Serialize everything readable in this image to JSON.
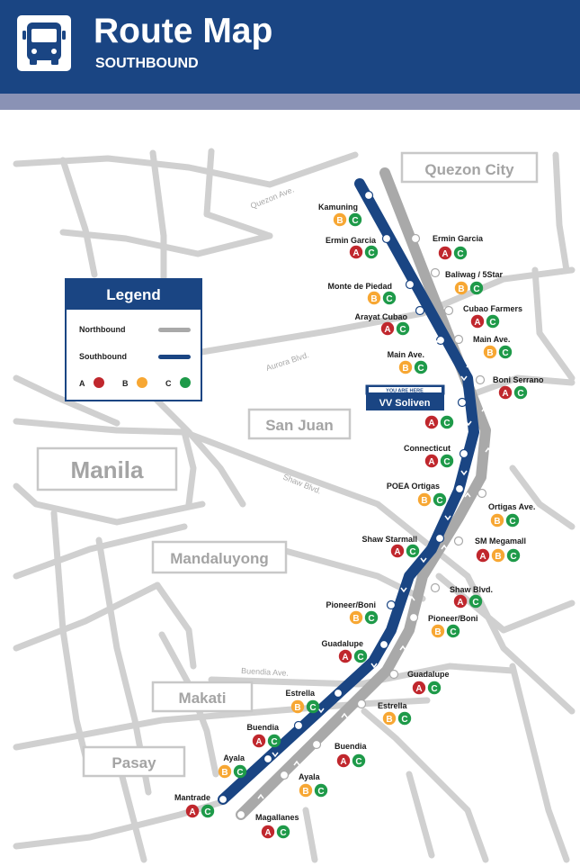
{
  "header": {
    "title": "Route Map",
    "subtitle": "SOUTHBOUND"
  },
  "legend": {
    "title": "Legend",
    "northbound": "Northbound",
    "southbound": "Southbound",
    "route_a": "A",
    "route_b": "B",
    "route_c": "C"
  },
  "colors": {
    "header": "#1a4583",
    "stripe": "#8a92b5",
    "southbound_line": "#1a4583",
    "northbound_line": "#a9a9a9",
    "route_a": "#c0272d",
    "route_b": "#f7a733",
    "route_c": "#1e9a49"
  },
  "areas": {
    "quezon_city": "Quezon City",
    "san_juan": "San Juan",
    "manila": "Manila",
    "mandaluyong": "Mandaluyong",
    "makati": "Makati",
    "pasay": "Pasay"
  },
  "roads": {
    "quezon_ave": "Quezon Ave.",
    "aurora_blvd": "Aurora Blvd.",
    "shaw_blvd": "Shaw Blvd.",
    "buendia_ave": "Buendia Ave."
  },
  "you_are_here": {
    "label": "YOU ARE HERE",
    "stop": "VV Soliven"
  },
  "southbound_stops": [
    {
      "name": "Kamuning",
      "routes": [
        "B",
        "C"
      ]
    },
    {
      "name": "Ermin Garcia",
      "routes": [
        "A",
        "C"
      ]
    },
    {
      "name": "Monte de Piedad",
      "routes": [
        "B",
        "C"
      ]
    },
    {
      "name": "Arayat Cubao",
      "routes": [
        "A",
        "C"
      ]
    },
    {
      "name": "Main Ave.",
      "routes": [
        "B",
        "C"
      ]
    },
    {
      "name": "VV Soliven",
      "routes": [
        "A",
        "C"
      ]
    },
    {
      "name": "Connecticut",
      "routes": [
        "A",
        "C"
      ]
    },
    {
      "name": "POEA Ortigas",
      "routes": [
        "B",
        "C"
      ]
    },
    {
      "name": "Shaw Starmall",
      "routes": [
        "A",
        "C"
      ]
    },
    {
      "name": "Pioneer/Boni",
      "routes": [
        "B",
        "C"
      ]
    },
    {
      "name": "Guadalupe",
      "routes": [
        "A",
        "C"
      ]
    },
    {
      "name": "Estrella",
      "routes": [
        "B",
        "C"
      ]
    },
    {
      "name": "Buendia",
      "routes": [
        "A",
        "C"
      ]
    },
    {
      "name": "Ayala",
      "routes": [
        "B",
        "C"
      ]
    },
    {
      "name": "Mantrade",
      "routes": [
        "A",
        "C"
      ]
    }
  ],
  "northbound_stops": [
    {
      "name": "Ermin Garcia",
      "routes": [
        "A",
        "C"
      ]
    },
    {
      "name": "Baliwag / 5Star",
      "routes": [
        "B",
        "C"
      ]
    },
    {
      "name": "Cubao Farmers",
      "routes": [
        "A",
        "C"
      ]
    },
    {
      "name": "Main Ave.",
      "routes": [
        "B",
        "C"
      ]
    },
    {
      "name": "Boni Serrano",
      "routes": [
        "A",
        "C"
      ]
    },
    {
      "name": "Ortigas Ave.",
      "routes": [
        "B",
        "C"
      ]
    },
    {
      "name": "SM Megamall",
      "routes": [
        "A",
        "B",
        "C"
      ]
    },
    {
      "name": "Shaw Blvd.",
      "routes": [
        "A",
        "C"
      ]
    },
    {
      "name": "Pioneer/Boni",
      "routes": [
        "B",
        "C"
      ]
    },
    {
      "name": "Guadalupe",
      "routes": [
        "A",
        "C"
      ]
    },
    {
      "name": "Estrella",
      "routes": [
        "B",
        "C"
      ]
    },
    {
      "name": "Buendia",
      "routes": [
        "A",
        "C"
      ]
    },
    {
      "name": "Ayala",
      "routes": [
        "B",
        "C"
      ]
    },
    {
      "name": "Magallanes",
      "routes": [
        "A",
        "C"
      ]
    }
  ]
}
